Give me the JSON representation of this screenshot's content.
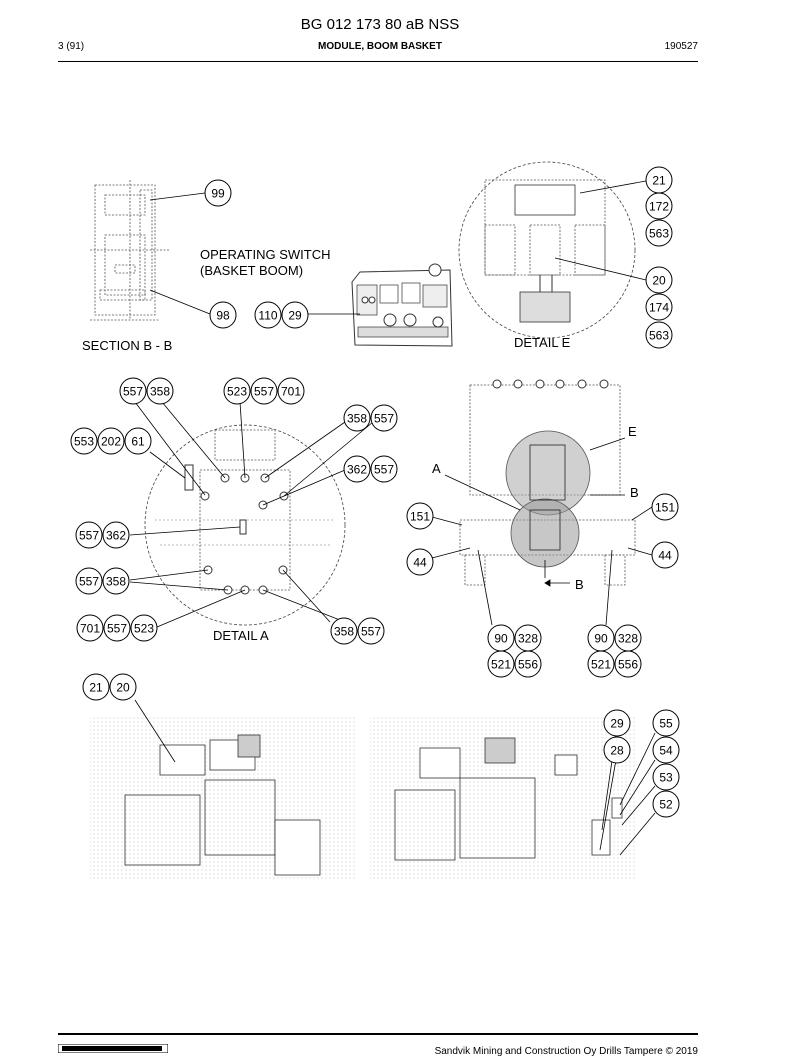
{
  "header": {
    "doc_id": "BG 012 173 80 aB NSS",
    "page": "3 (91)",
    "section": "MODULE, BOOM BASKET",
    "date": "190527"
  },
  "labels": {
    "section_bb": "SECTION B - B",
    "switch_line1": "OPERATING SWITCH",
    "switch_line2": "(BASKET BOOM)",
    "detail_e": "DETAIL  E",
    "detail_a": "DETAIL  A",
    "letter_e": "E",
    "letter_a": "A",
    "letter_b1": "B",
    "letter_b2": "B"
  },
  "callouts": {
    "c99": "99",
    "c98": "98",
    "c110": "110",
    "c29a": "29",
    "c21a": "21",
    "c172": "172",
    "c563a": "563",
    "c20a": "20",
    "c174": "174",
    "c563b": "563",
    "c557a": "557",
    "c358a": "358",
    "c523a": "523",
    "c557b": "557",
    "c701a": "701",
    "c358b": "358",
    "c557c": "557",
    "c553": "553",
    "c202": "202",
    "c61": "61",
    "c362a": "362",
    "c557d": "557",
    "c557e": "557",
    "c362b": "362",
    "c557f": "557",
    "c358c": "358",
    "c701b": "701",
    "c557g": "557",
    "c523b": "523",
    "c358d": "358",
    "c557h": "557",
    "c151a": "151",
    "c151b": "151",
    "c44a": "44",
    "c44b": "44",
    "c90a": "90",
    "c328a": "328",
    "c521a": "521",
    "c556a": "556",
    "c90b": "90",
    "c328b": "328",
    "c521b": "521",
    "c556b": "556",
    "c21b": "21",
    "c20b": "20",
    "c29b": "29",
    "c28": "28",
    "c55": "55",
    "c54": "54",
    "c53": "53",
    "c52": "52"
  },
  "footer": {
    "copyright": "Sandvik Mining and Construction Oy Drills Tampere © 2019"
  }
}
